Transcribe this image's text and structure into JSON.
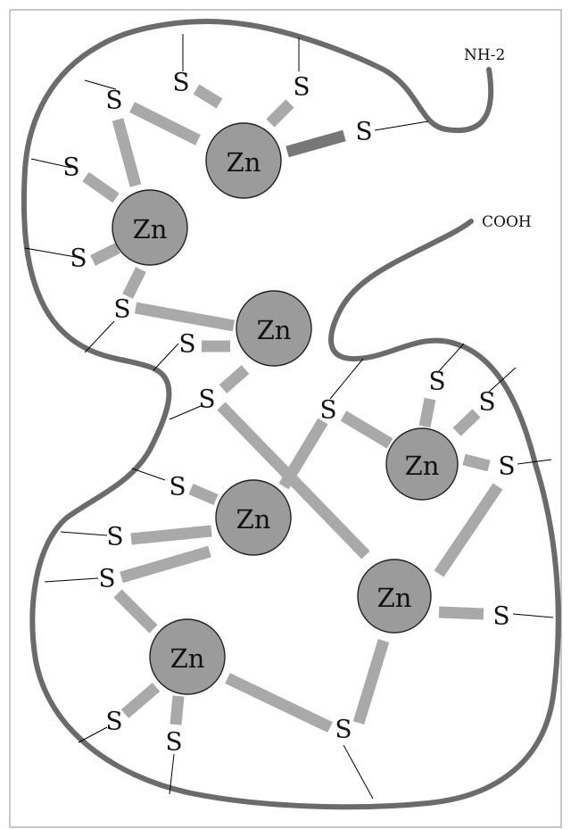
{
  "labels": {
    "zinc": "Zn",
    "sulfur": "S",
    "n_terminus": "NH-2",
    "c_terminus": "COOH"
  },
  "colors": {
    "chain": "#6b6b6b",
    "bond": "#a9a9a9",
    "zinc_fill": "#9b9b9b"
  }
}
